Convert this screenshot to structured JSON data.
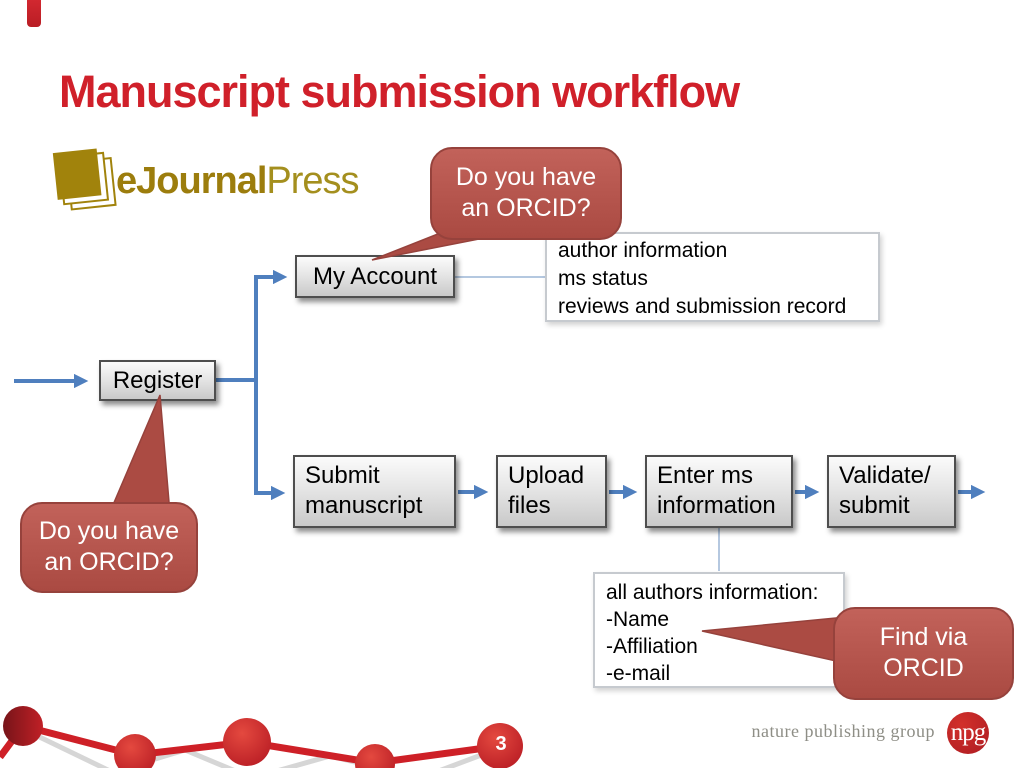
{
  "slide": {
    "title": "Manuscript submission workflow",
    "page_number": "3"
  },
  "logo": {
    "name_bold": "eJournal",
    "name_light": "Press"
  },
  "flowchart": {
    "register": "Register",
    "my_account": "My Account",
    "submit_manuscript": "Submit manuscript",
    "upload_files": "Upload files",
    "enter_ms_information": "Enter ms information",
    "validate_submit": "Validate/ submit"
  },
  "notes": {
    "account_info": {
      "lines": [
        "author information",
        "ms status",
        "reviews and submission record"
      ]
    },
    "authors_info": {
      "lines": [
        "all authors information:",
        "-Name",
        "-Affiliation",
        "-e-mail"
      ]
    }
  },
  "callouts": {
    "orcid_top": {
      "lines": [
        "Do you have",
        "an ORCID?"
      ]
    },
    "orcid_register": {
      "lines": [
        "Do you have",
        "an ORCID?"
      ]
    },
    "find_via_orcid": {
      "lines": [
        "Find via",
        "ORCID"
      ]
    }
  },
  "footer": {
    "publisher": "nature publishing group",
    "npg_badge": "npg"
  },
  "colors": {
    "title_red": "#d0202a",
    "callout_red": "#aa4a42",
    "arrow_blue": "#4f7fbe",
    "connector_light_blue": "#9cb6d6",
    "logo_gold": "#9c7d0d",
    "npg_red": "#c1222a",
    "decoration_red": "#ce2027"
  }
}
